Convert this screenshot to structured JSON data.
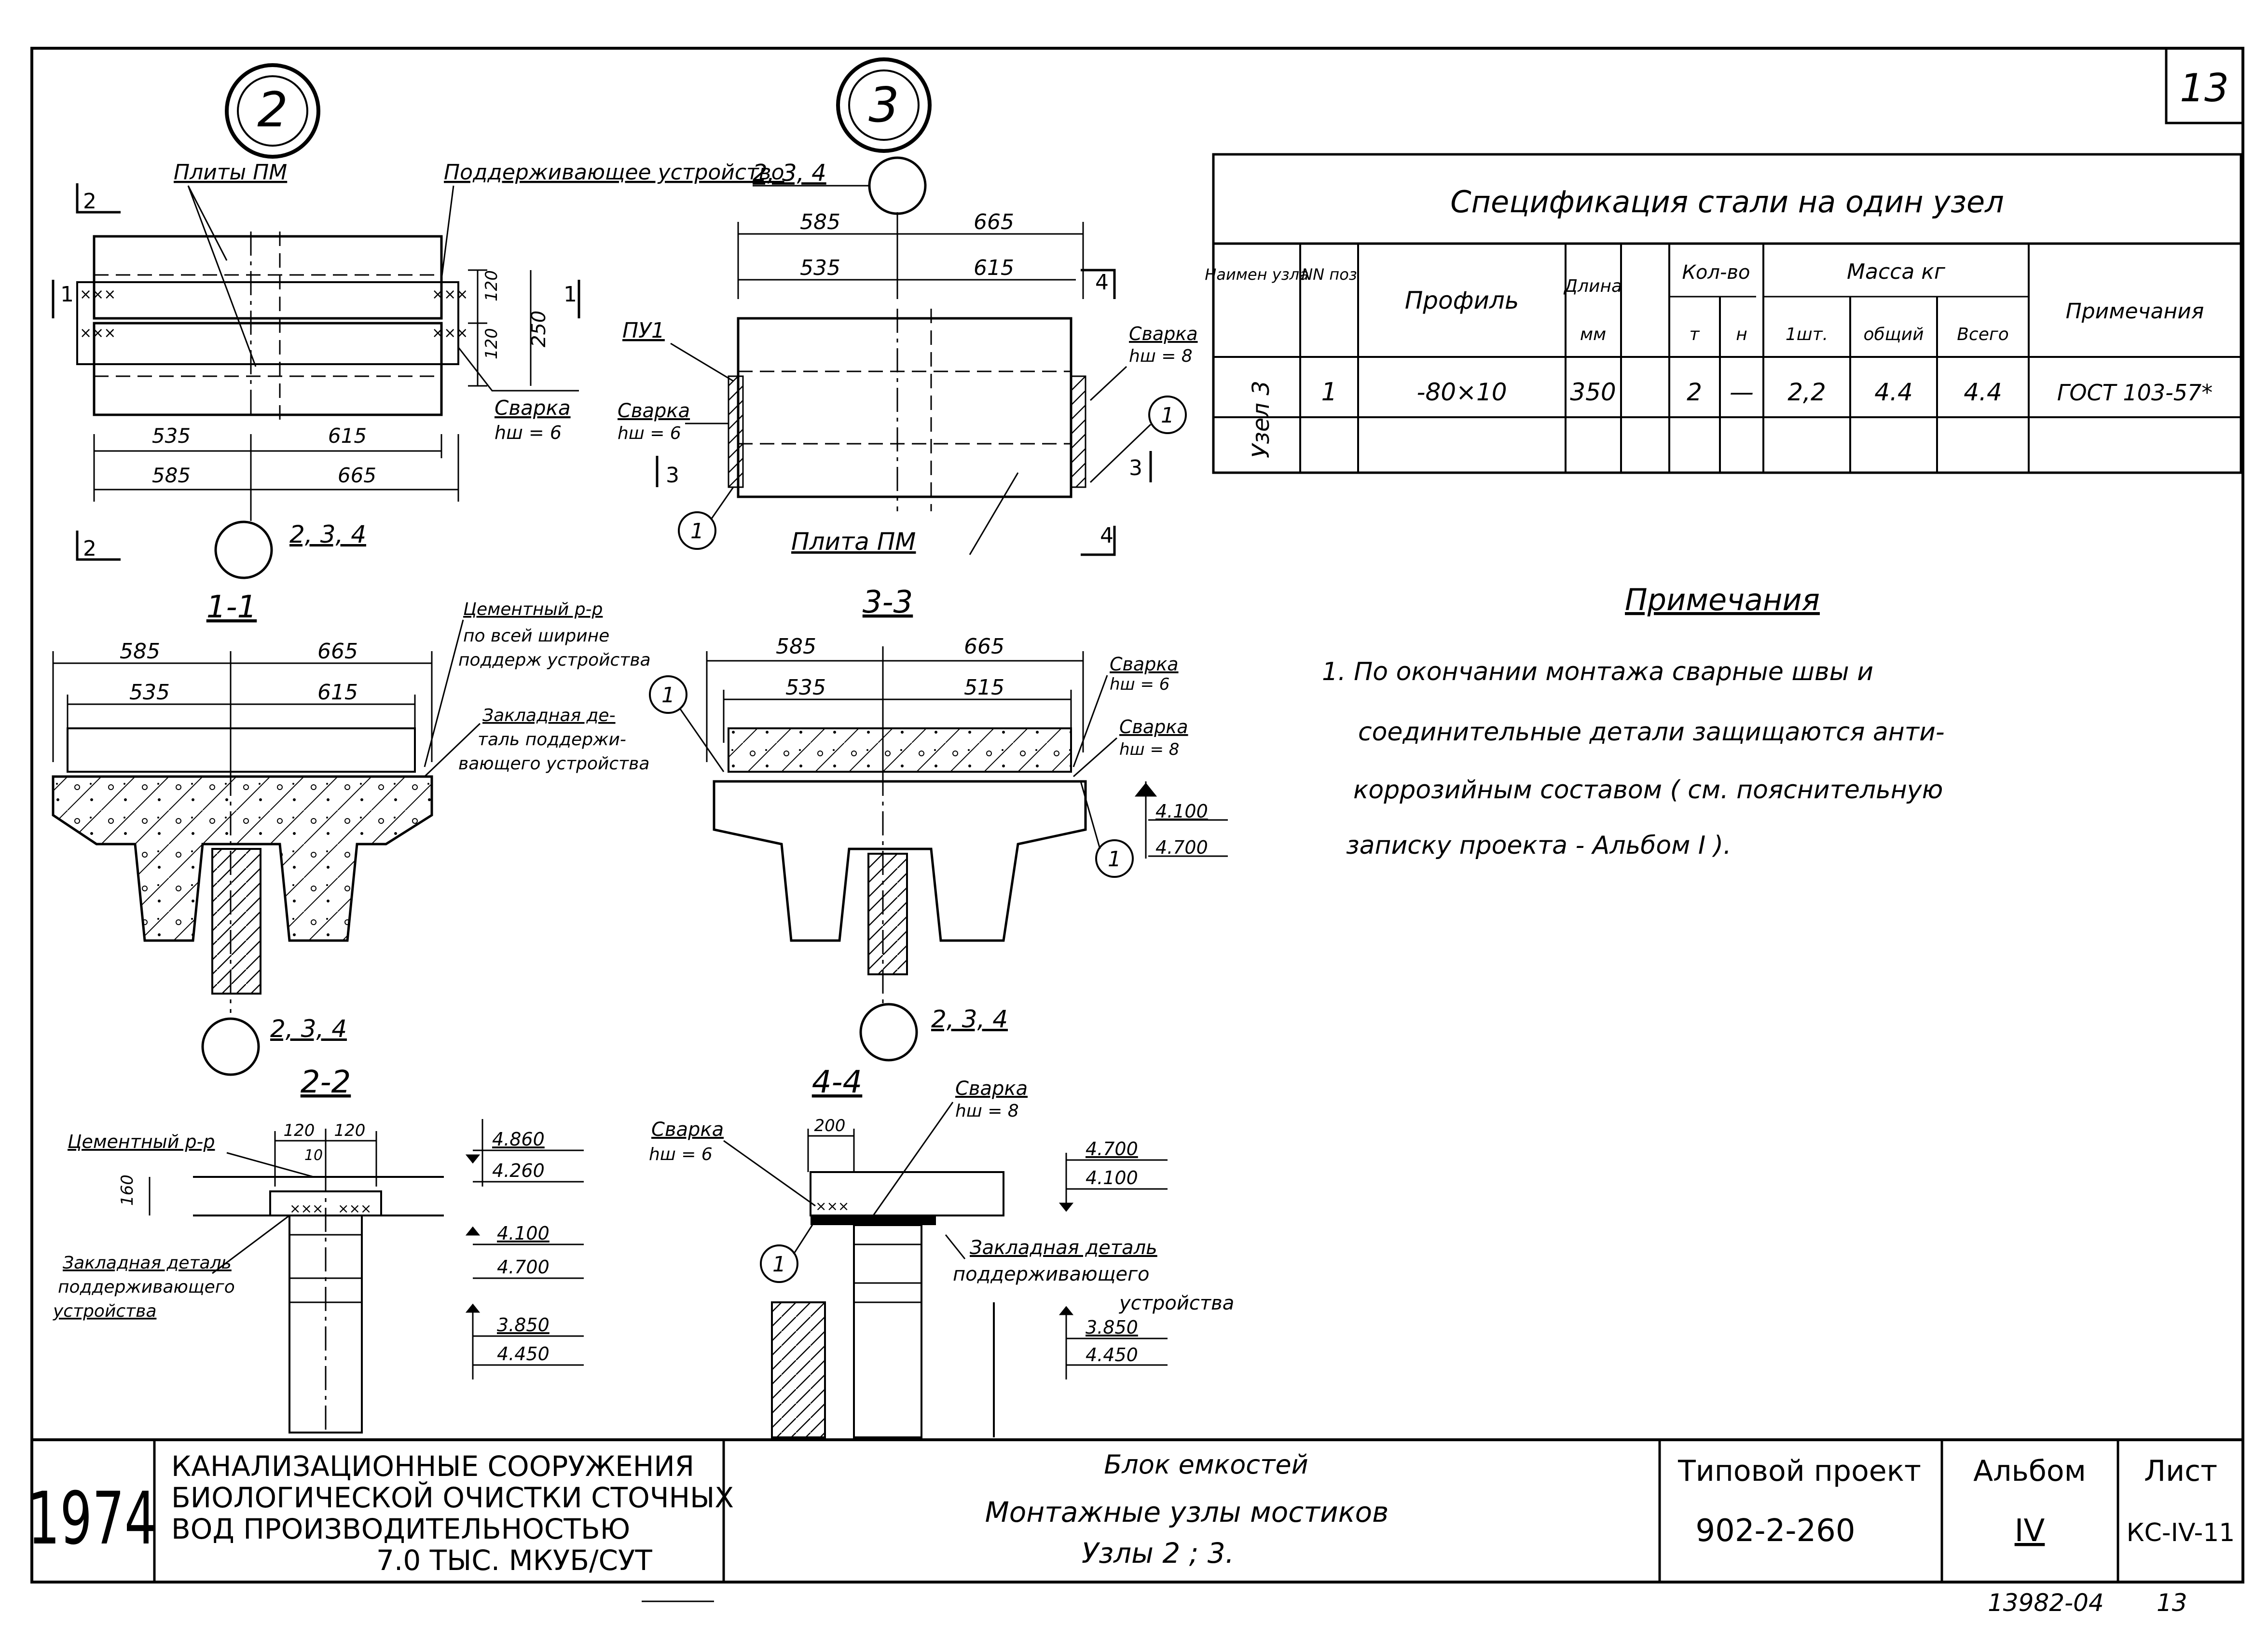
{
  "sheet_number": "13",
  "footer_code": "13982-04",
  "footer_number": "13",
  "node2": {
    "number": "2",
    "label_plates": "Плиты ПМ",
    "label_support": "Поддерживающее устройство",
    "label_weld": "Сварка",
    "weld_size": "hш = 6",
    "dim_535": "535",
    "dim_615": "615",
    "dim_585": "585",
    "dim_665": "665",
    "dim_120a": "120",
    "dim_120b": "120",
    "dim_250": "250",
    "axis_ref": "2, 3, 4",
    "section_1": "1",
    "section_2": "2"
  },
  "node3": {
    "number": "3",
    "axis_ref": "2, 3, 4",
    "dim_585": "585",
    "dim_665": "665",
    "dim_535": "535",
    "dim_615": "615",
    "label_pu1": "ПУ1",
    "label_weld_left": "Сварка",
    "weld_left_size": "hш = 6",
    "label_weld_right": "Сварка",
    "weld_right_size": "hш = 8",
    "label_plate": "Плита ПМ",
    "pos_1": "1",
    "section_3": "3",
    "section_4": "4"
  },
  "section_1_1": {
    "title": "1-1",
    "dim_585": "585",
    "dim_665": "665",
    "dim_535": "535",
    "dim_615": "615",
    "label_mortar": "Цементный р-р по всей ширине поддерж устройства",
    "label_embed": "Закладная деталь поддерживающего устройства",
    "axis_ref": "2, 3, 4"
  },
  "section_3_3": {
    "title": "3-3",
    "dim_585": "585",
    "dim_665": "665",
    "dim_535": "535",
    "dim_515": "515",
    "label_weld_1": "Сварка",
    "weld_1_size": "hш = 6",
    "label_weld_2": "Сварка",
    "weld_2_size": "hш = 8",
    "level_1": "4.100",
    "level_2": "4.700",
    "pos_1": "1",
    "axis_ref": "2, 3, 4"
  },
  "section_2_2": {
    "title": "2-2",
    "label_mortar": "Цементный р-р",
    "dim_120a": "120",
    "dim_120b": "120",
    "dim_10": "10",
    "dim_160": "160",
    "level_top_1": "4.860",
    "level_top_2": "4.260",
    "level_mid_1": "4.100",
    "level_mid_2": "4.700",
    "level_bot_1": "3.850",
    "level_bot_2": "4.450",
    "label_embed": "Закладная деталь поддерживающего устройства"
  },
  "section_4_4": {
    "title": "4-4",
    "label_weld_1": "Сварка",
    "weld_1_size": "hш = 6",
    "label_weld_2": "Сварка",
    "weld_2_size": "hш = 8",
    "dim_200": "200",
    "level_top_1": "4.700",
    "level_top_2": "4.100",
    "level_bot_1": "3.850",
    "level_bot_2": "4.450",
    "label_embed": "Закладная деталь поддерживающего устройства",
    "pos_1": "1"
  },
  "spec_table": {
    "title": "Спецификация стали на один узел",
    "headers": {
      "name": "Наимен узла",
      "pos": "NN поз",
      "profile": "Профиль",
      "length": "Длина",
      "length_unit": "мм",
      "qty": "Кол-во",
      "qty_t": "т",
      "qty_n": "н",
      "mass": "Масса кг",
      "mass_unit": "1шт.",
      "mass_total": "общий",
      "mass_all": "Всего",
      "note": "Примечания"
    },
    "rows": [
      {
        "node": "Узел 3",
        "pos": "1",
        "profile": "-80×10",
        "length": "350",
        "t": "2",
        "n": "—",
        "unit": "2,2",
        "total": "4.4",
        "all": "4.4",
        "note": "ГОСТ 103-57*"
      }
    ]
  },
  "notes": {
    "title": "Примечания",
    "lines": [
      "1.  По окончании монтажа сварные швы и",
      "соединительные детали защищаются анти-",
      "коррозийным составом ( см. пояснительную",
      "записку проекта - Альбом I )."
    ]
  },
  "title_block": {
    "year": "1974",
    "org_line_1": "КАНАЛИЗАЦИОННЫЕ   СООРУЖЕНИЯ",
    "org_line_2": "БИОЛОГИЧЕСКОЙ ОЧИСТКИ СТОЧНЫХ",
    "org_line_3": "ВОД    ПРОИЗВОДИТЕЛЬНОСТЬЮ",
    "org_line_4": "7.0 ТЫС. МКУБ/СУТ",
    "desc_line_1": "Блок емкостей",
    "desc_line_2": "Монтажные узлы мостиков",
    "desc_line_3": "Узлы 2 ; 3.",
    "project_label": "Типовой проект",
    "project_number": "902-2-260",
    "album_label": "Альбом",
    "album_number": "IV",
    "sheet_label": "Лист",
    "sheet_code": "КС-IV-11"
  }
}
